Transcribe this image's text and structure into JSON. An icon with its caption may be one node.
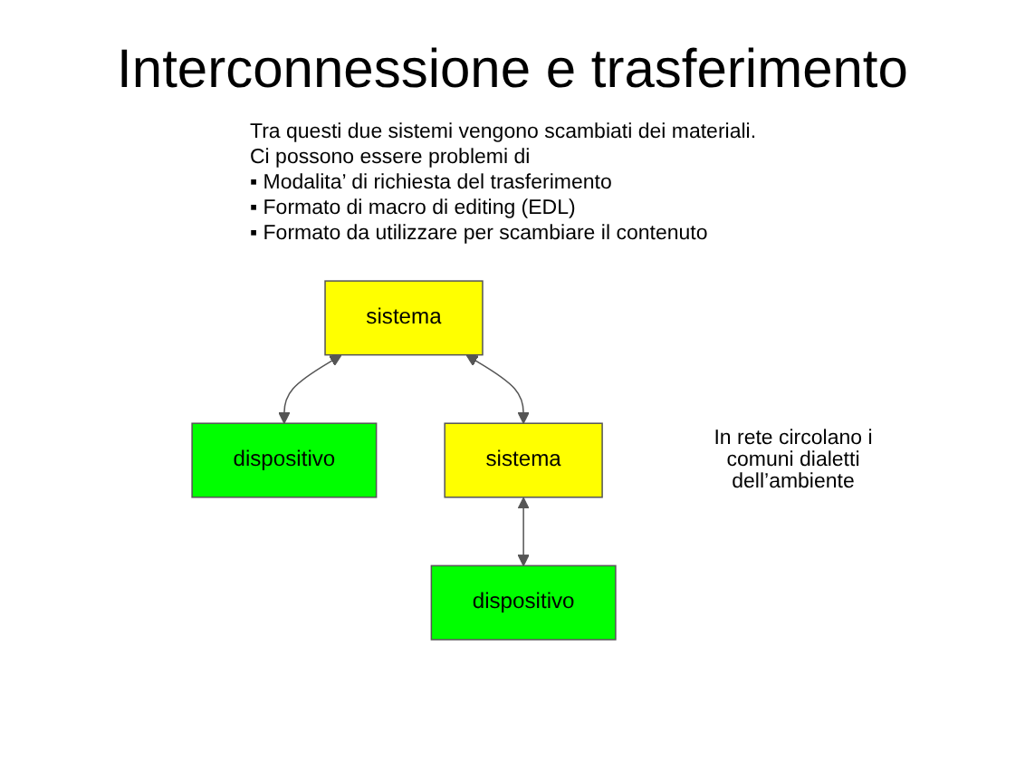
{
  "diagram": {
    "title": "Interconnessione e trasferimento",
    "nodes": [
      {
        "text": [
          "sistema"
        ]
      },
      {
        "text": [
          "dispositivo"
        ]
      },
      {
        "text": [
          "sistema"
        ]
      },
      {
        "text": [
          "dispositivo"
        ]
      }
    ],
    "edges": [
      {
        "from": 0,
        "to": 2,
        "arrow": "both"
      },
      {
        "from": 0,
        "to": 1,
        "arrow": "both"
      },
      {
        "from": 2,
        "to": 3,
        "arrow": "both"
      }
    ],
    "labels": [
      "Tra questi due sistemi vengono scambiati dei materiali. Ci possono essere problemi di",
      "▪ Modalita’ di richiesta del trasferimento",
      "▪ Formato di macro di editing (EDL)",
      "▪ Formato da utilizzare per scambiare il contenuto",
      "In rete circolano i comuni dialetti dell’ambiente"
    ]
  }
}
